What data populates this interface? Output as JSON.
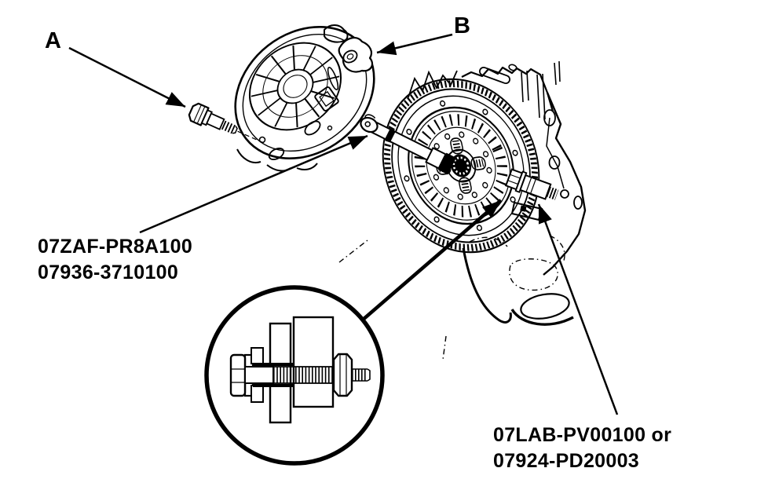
{
  "colors": {
    "ink": "#000000",
    "paper": "#ffffff"
  },
  "callouts": {
    "a": "A",
    "b": "B"
  },
  "part_numbers": {
    "alignment_tool_set": {
      "line1": "07ZAF-PR8A100",
      "line2": "07936-3710100"
    },
    "holder_tool_set": {
      "line1": "07LAB-PV00100 or",
      "line2": "07924-PD20003"
    }
  }
}
